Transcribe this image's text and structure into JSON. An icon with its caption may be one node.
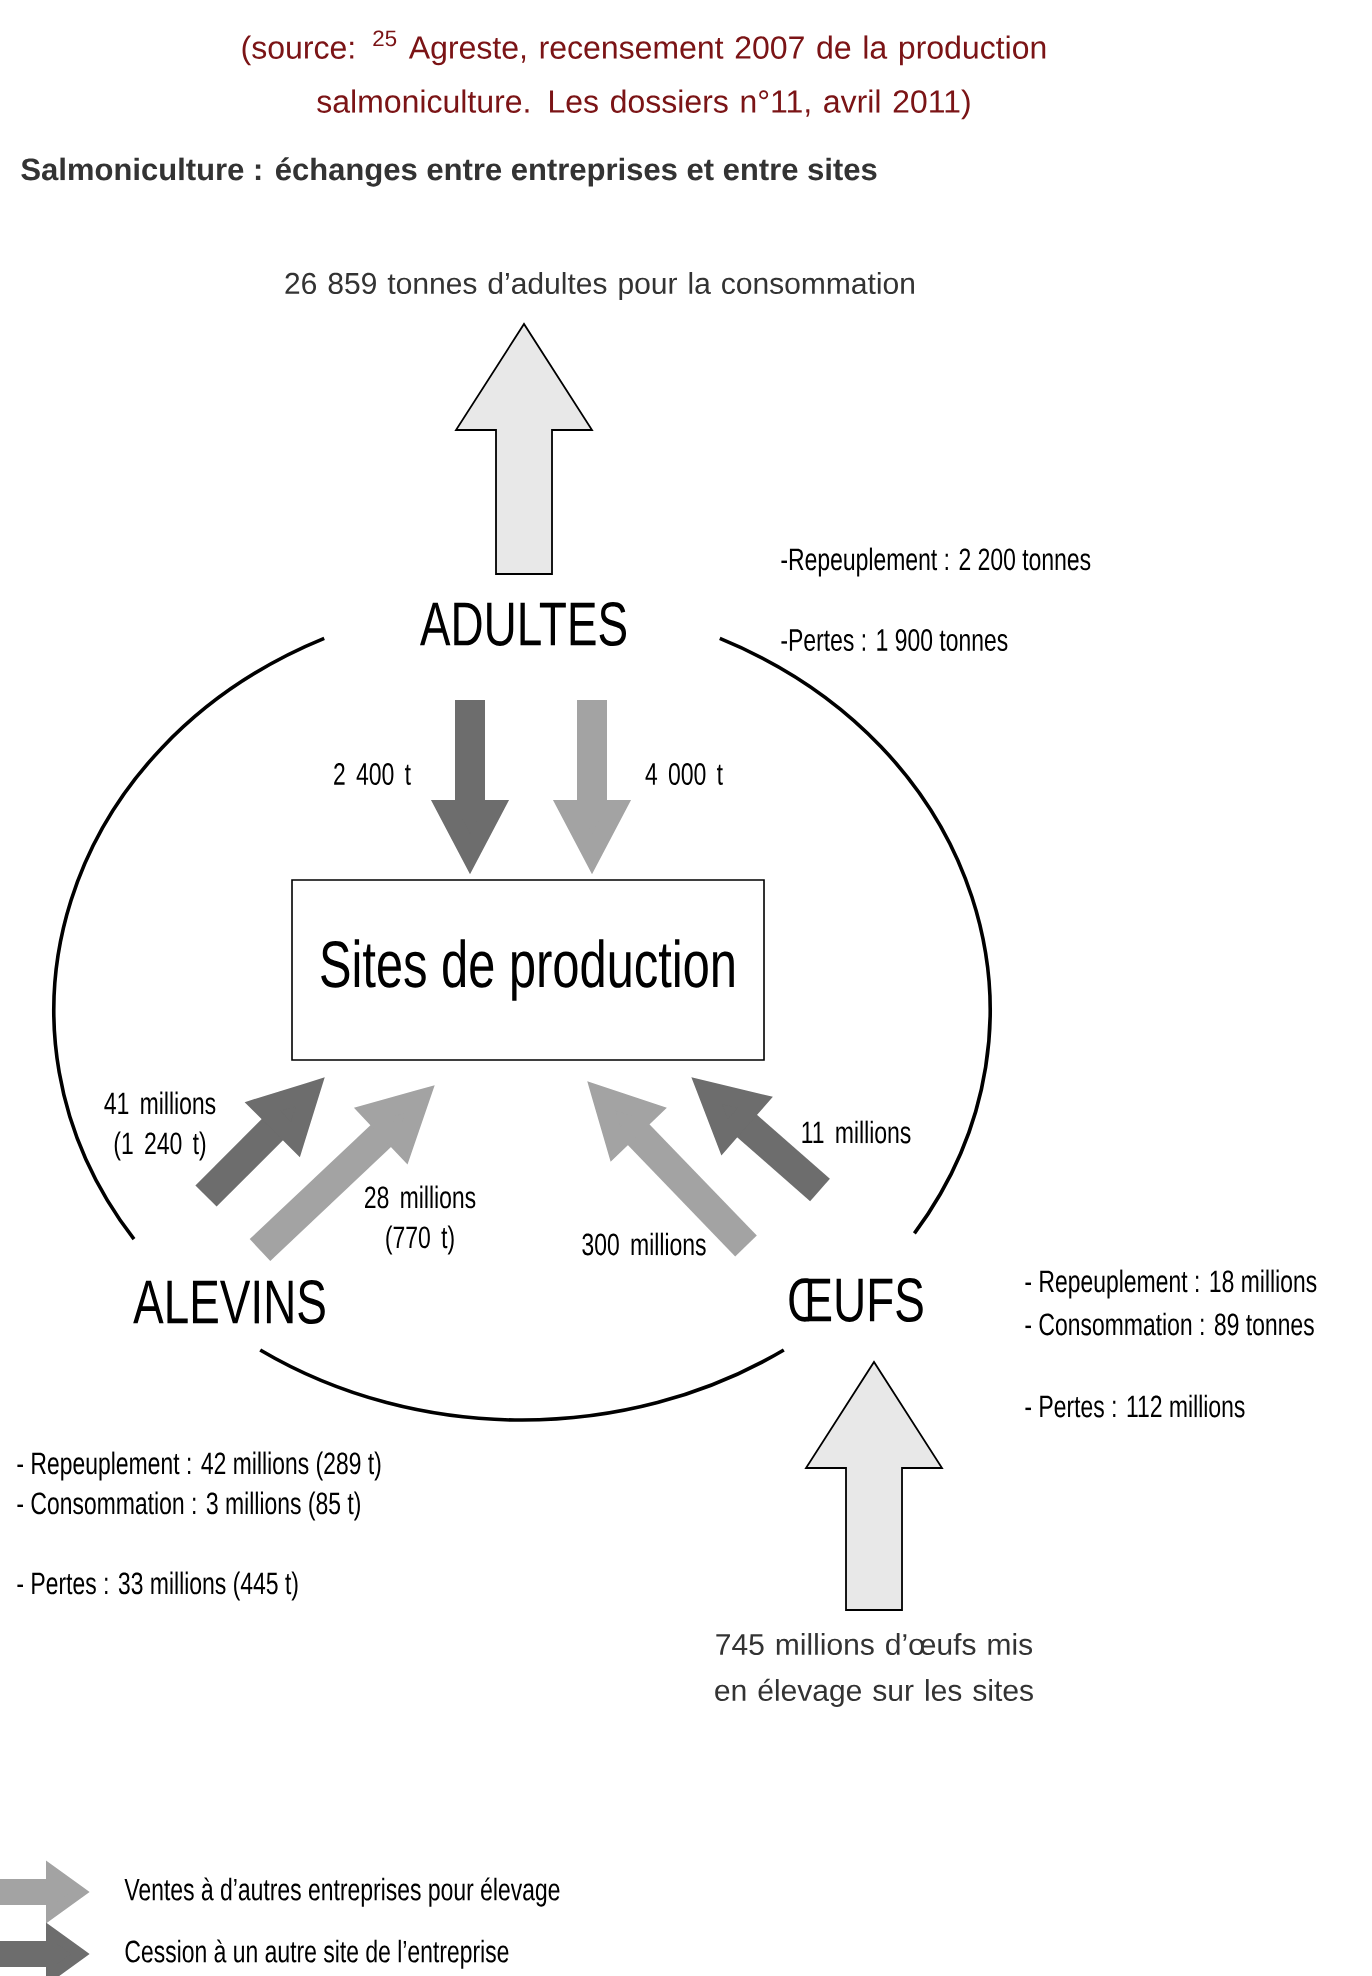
{
  "diagram": {
    "title": "Salmoniculture : échanges entre entreprises et entre sites",
    "nodes": [
      {
        "text": [
          "ADULTES"
        ],
        "beside": [
          "-Repeuplement : 2 200 tonnes",
          "-Pertes : 1 900 tonnes"
        ]
      },
      {
        "text": [
          "Sites de production"
        ]
      },
      {
        "text": [
          "ALEVINS"
        ],
        "beside": [
          "- Repeuplement : 42 millions (289 t)",
          "- Consommation : 3 millions (85 t)",
          "- Pertes : 33 millions (445 t)"
        ]
      },
      {
        "text": [
          "ŒUFS"
        ],
        "beside": [
          "- Repeuplement : 18 millions",
          "- Consommation : 89 tonnes",
          "- Pertes : 112 millions"
        ]
      },
      {
        "text": [
          "26 859 tonnes d’adultes pour la consommation"
        ]
      },
      {
        "text": [
          "745 millions d’œufs mis en élevage sur les sites"
        ]
      }
    ],
    "edges": [
      {
        "from": 0,
        "to": 4,
        "arrow": "to",
        "color": "#e8e8e8"
      },
      {
        "from": 0,
        "to": 1,
        "arrow": "to",
        "color": "#6d6d6d",
        "label": "2 400 t"
      },
      {
        "from": 0,
        "to": 1,
        "arrow": "to",
        "color": "#a3a3a3",
        "label": "4 000 t"
      },
      {
        "from": 2,
        "to": 1,
        "arrow": "to",
        "color": "#6d6d6d",
        "label": "41 millions (1 240 t)"
      },
      {
        "from": 2,
        "to": 1,
        "arrow": "to",
        "color": "#a3a3a3",
        "label": "28 millions (770 t)"
      },
      {
        "from": 3,
        "to": 1,
        "arrow": "to",
        "color": "#a3a3a3",
        "label": "300 millions"
      },
      {
        "from": 3,
        "to": 1,
        "arrow": "to",
        "color": "#6d6d6d",
        "label": "11 millions"
      },
      {
        "from": 5,
        "to": 3,
        "arrow": "to",
        "color": "#e8e8e8"
      },
      {
        "from": 0,
        "to": 2,
        "arrow": "none",
        "color": "#000000"
      },
      {
        "from": 2,
        "to": 3,
        "arrow": "none",
        "color": "#000000"
      },
      {
        "from": 3,
        "to": 0,
        "arrow": "none",
        "color": "#000000"
      }
    ],
    "labels": [
      "(source: $^{25}$ Agreste, recensement 2007 de la production salmoniculture. Les dossiers n°11, avril 2011)"
    ],
    "legend": [
      {
        "text": "Ventes à d’autres entreprises pour élevage",
        "color": "#a3a3a3"
      },
      {
        "text": "Cession à un autre site de l’entreprise",
        "color": "#6d6d6d"
      }
    ]
  }
}
